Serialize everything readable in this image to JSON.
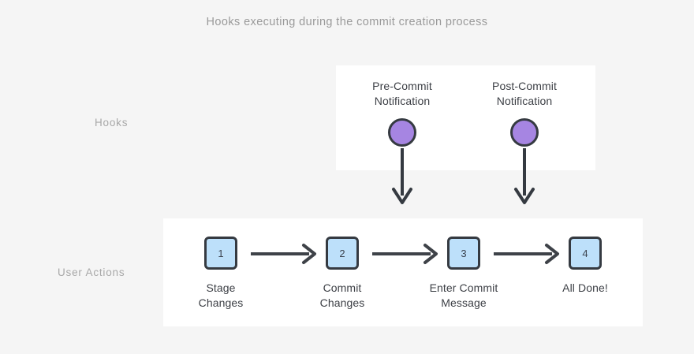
{
  "diagram": {
    "title": "Hooks executing during the commit creation process",
    "background_color": "#f5f5f5",
    "panel_color": "#ffffff",
    "accent_hook_color": "#a685e2",
    "accent_step_color": "#bde0fa",
    "stroke_color": "#353a41",
    "label_color": "#a8a8a8"
  },
  "rows": {
    "hooks_label": "Hooks",
    "actions_label": "User Actions"
  },
  "hooks": [
    {
      "line1": "Pre-Commit",
      "line2": "Notification"
    },
    {
      "line1": "Post-Commit",
      "line2": "Notification"
    }
  ],
  "steps": [
    {
      "number": "1",
      "line1": "Stage",
      "line2": "Changes"
    },
    {
      "number": "2",
      "line1": "Commit",
      "line2": "Changes"
    },
    {
      "number": "3",
      "line1": "Enter Commit",
      "line2": "Message"
    },
    {
      "number": "4",
      "line1": "All Done!",
      "line2": ""
    }
  ]
}
